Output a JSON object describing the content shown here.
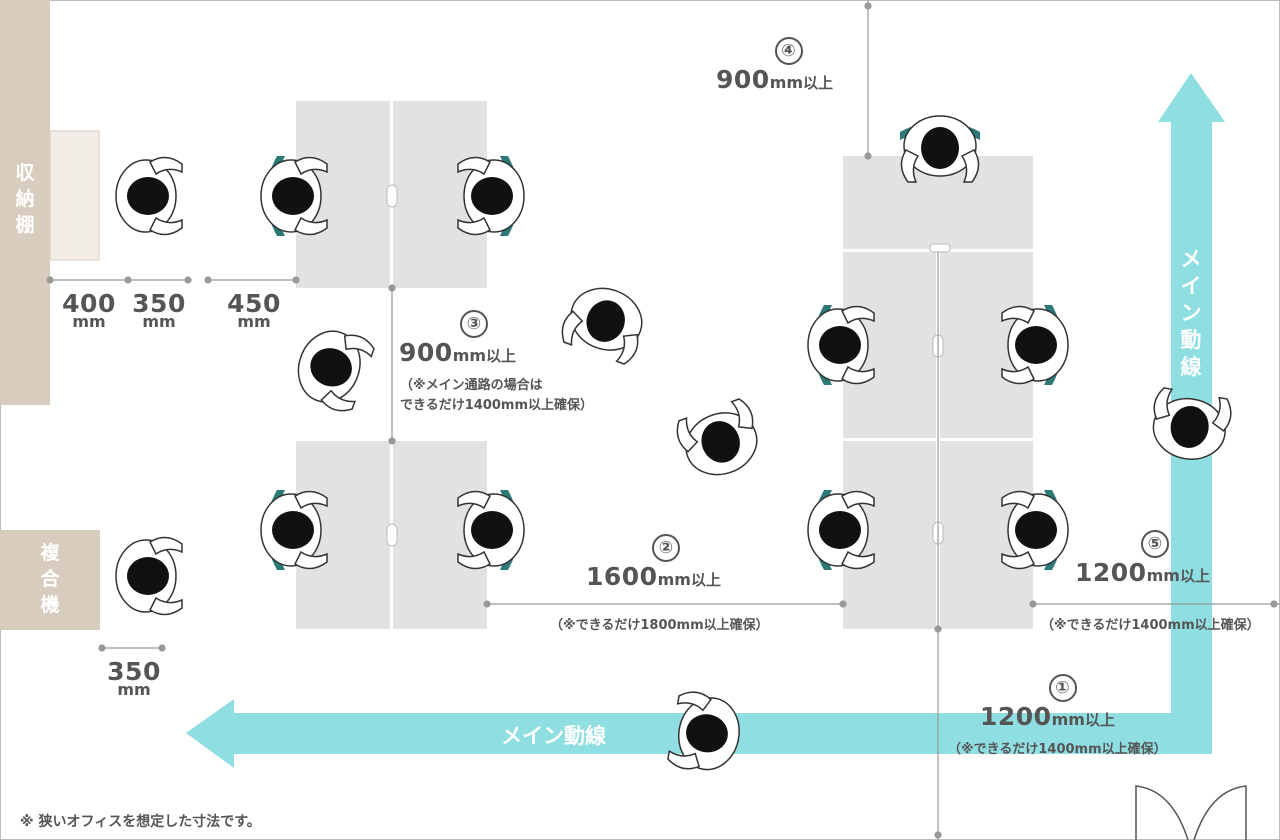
{
  "labels": {
    "storage_shelf": "収納棚",
    "copier": "複合機",
    "main_path_h": "メイン動線",
    "main_path_v": "メイン動線",
    "footnote": "※ 狭いオフィスを想定した寸法です。"
  },
  "widths": {
    "w400": {
      "value": "400",
      "unit": "mm"
    },
    "w350a": {
      "value": "350",
      "unit": "mm"
    },
    "w450": {
      "value": "450",
      "unit": "mm"
    },
    "w350b": {
      "value": "350",
      "unit": "mm"
    }
  },
  "dimensions": {
    "d1": {
      "num": "①",
      "value": "1200",
      "unit": "mm",
      "suffix": "以上",
      "note": "（※できるだけ1400mm以上確保）"
    },
    "d2": {
      "num": "②",
      "value": "1600",
      "unit": "mm",
      "suffix": "以上",
      "note": "（※できるだけ1800mm以上確保）"
    },
    "d3": {
      "num": "③",
      "value": "900",
      "unit": "mm",
      "suffix": "以上",
      "note1": "（※メイン通路の場合は",
      "note2": "できるだけ1400mm以上確保）"
    },
    "d4": {
      "num": "④",
      "value": "900",
      "unit": "mm",
      "suffix": "以上"
    },
    "d5": {
      "num": "⑤",
      "value": "1200",
      "unit": "mm",
      "suffix": "以上",
      "note": "（※できるだけ1400mm以上確保）"
    }
  },
  "colors": {
    "arrow": "#8fdee2",
    "chair": "#2b7a78",
    "desk": "#e2e2e2",
    "wall": "#d8ccbf",
    "text": "#555555"
  }
}
